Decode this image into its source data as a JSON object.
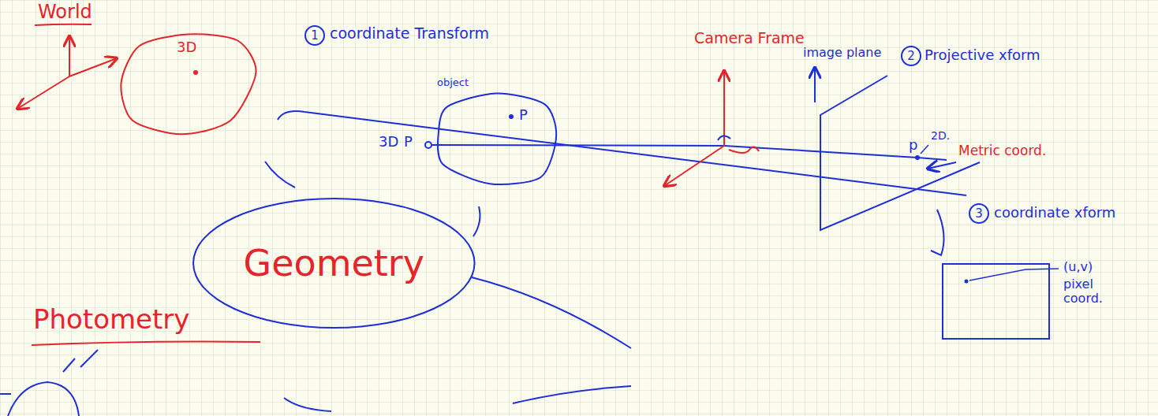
{
  "diagram": {
    "nodes": [
      {
        "text": [
          "3D"
        ]
      },
      {
        "text": [
          "object",
          "P"
        ]
      },
      {
        "text": [
          "Geometry"
        ]
      }
    ],
    "labels": [
      "World",
      "1",
      "coordinate Transform",
      "3D",
      "P",
      "Camera Frame",
      "image plane",
      "2",
      "Projective xform",
      "p",
      "2D.",
      "Metric coord.",
      "3",
      "coordinate xform",
      "(u,v)",
      "pixel coord.",
      "Photometry"
    ]
  }
}
